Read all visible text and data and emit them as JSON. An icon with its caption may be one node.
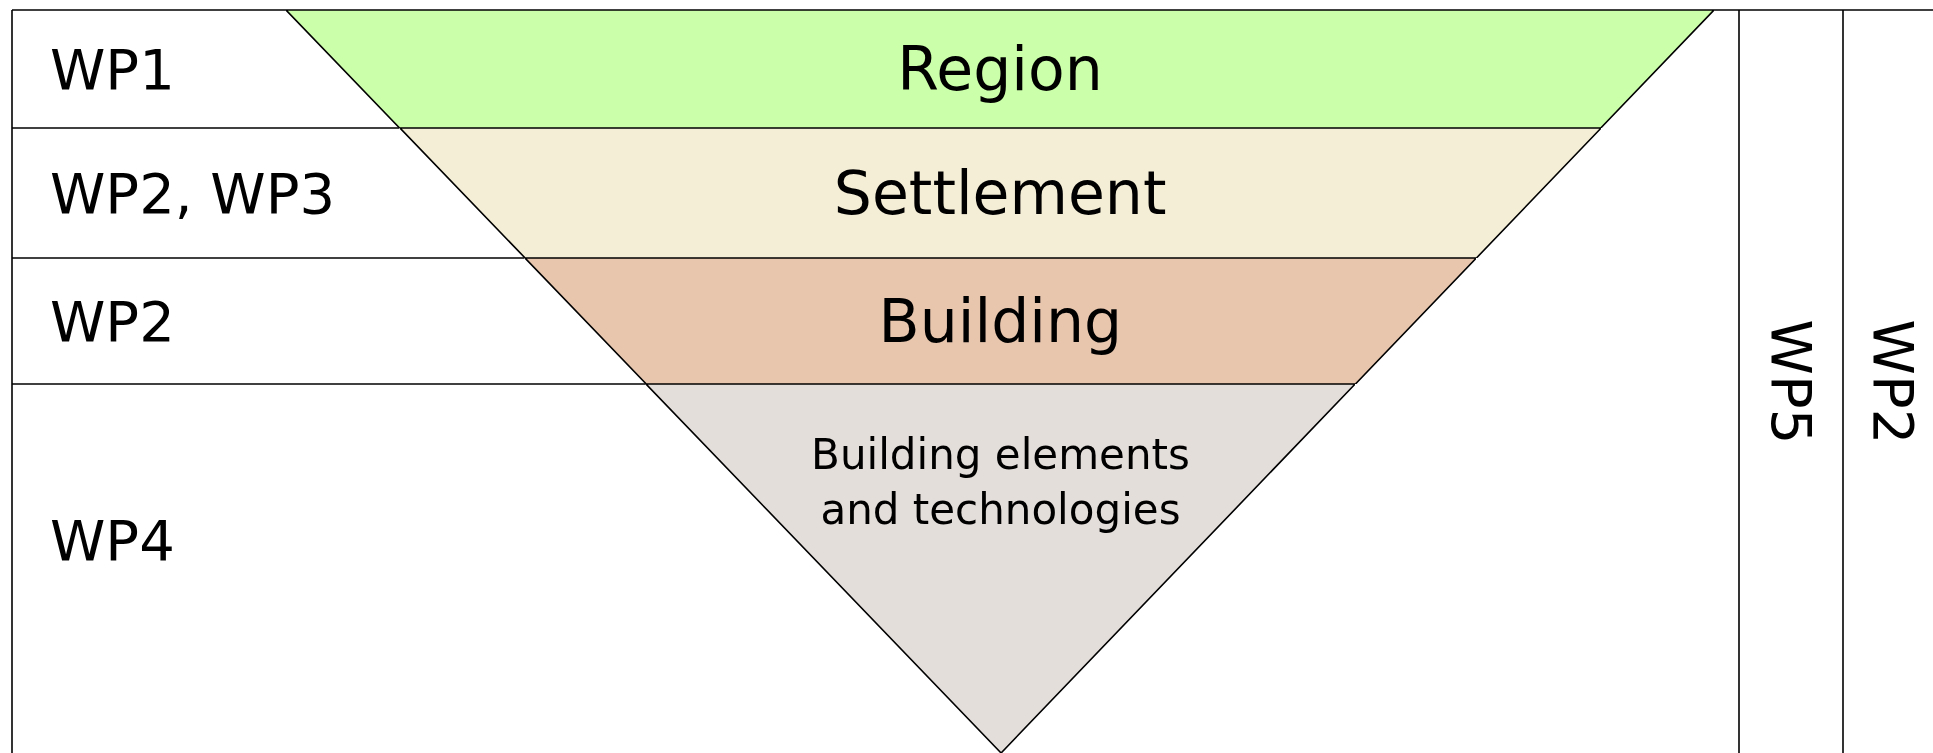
{
  "diagram": {
    "nodes": [
      {
        "text": [
          "Region"
        ]
      },
      {
        "text": [
          "Settlement"
        ]
      },
      {
        "text": [
          "Building"
        ]
      },
      {
        "text": [
          "Building elements and technologies"
        ]
      }
    ],
    "labels": [
      "WP1",
      "WP2, WP3",
      "WP2",
      "WP4",
      "WP5",
      "WP2"
    ]
  }
}
